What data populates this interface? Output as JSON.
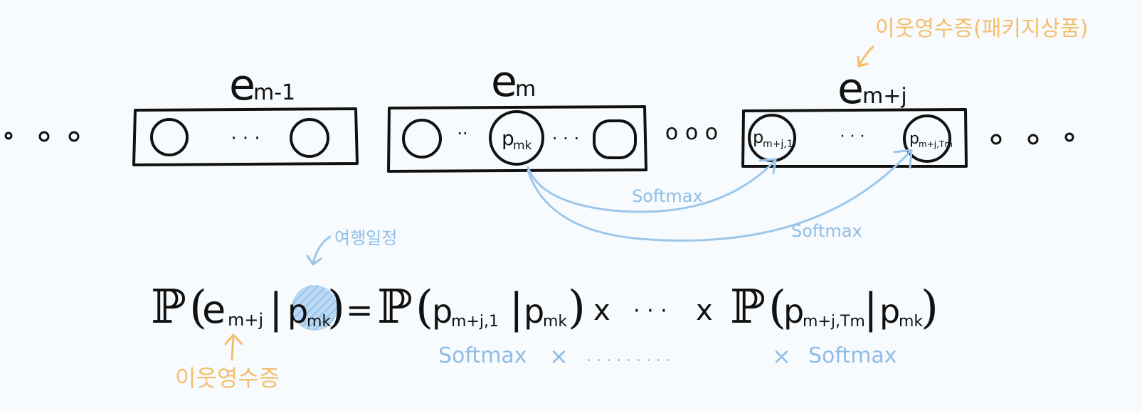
{
  "labels": {
    "e_prev_base": "e",
    "e_prev_sub": "m-1",
    "e_cur_base": "e",
    "e_cur_sub": "m",
    "e_next_base": "e",
    "e_next_sub": "m+j",
    "p_mk_base": "p",
    "p_mk_sub": "mk",
    "p_first_base": "p",
    "p_first_sub": "m+j,1",
    "p_last_base": "p",
    "p_last_sub": "m+j,Tm",
    "dots": "· · ·",
    "dots_short": "··",
    "ooo": "o o o"
  },
  "annotations": {
    "neighbor_package": "이웃영수증(패키지상품)",
    "travel_schedule": "여행일정",
    "neighbor_receipt": "이웃영수증",
    "softmax_upper": "Softmax",
    "softmax_lower": "Softmax"
  },
  "equation": {
    "prob_symbol": "ℙ",
    "lparen": "(",
    "rparen": ")",
    "bar": "|",
    "equals": "=",
    "times": "x",
    "dots": "· · ·",
    "e_base": "e",
    "e_sub": "m+j",
    "p_mk_base": "p",
    "p_mk_sub": "mk",
    "p_first_base": "p",
    "p_first_sub": "m+j,1",
    "p_last_base": "p",
    "p_last_sub": "m+j,Tm"
  },
  "softmax_row": {
    "left": "Softmax",
    "times_left": "×",
    "dots": ". . . . . . . . .",
    "times_right": "×",
    "right": "Softmax"
  },
  "colors": {
    "ink": "#111111",
    "blue": "#8fbde6",
    "orange": "#f2bf6d"
  }
}
